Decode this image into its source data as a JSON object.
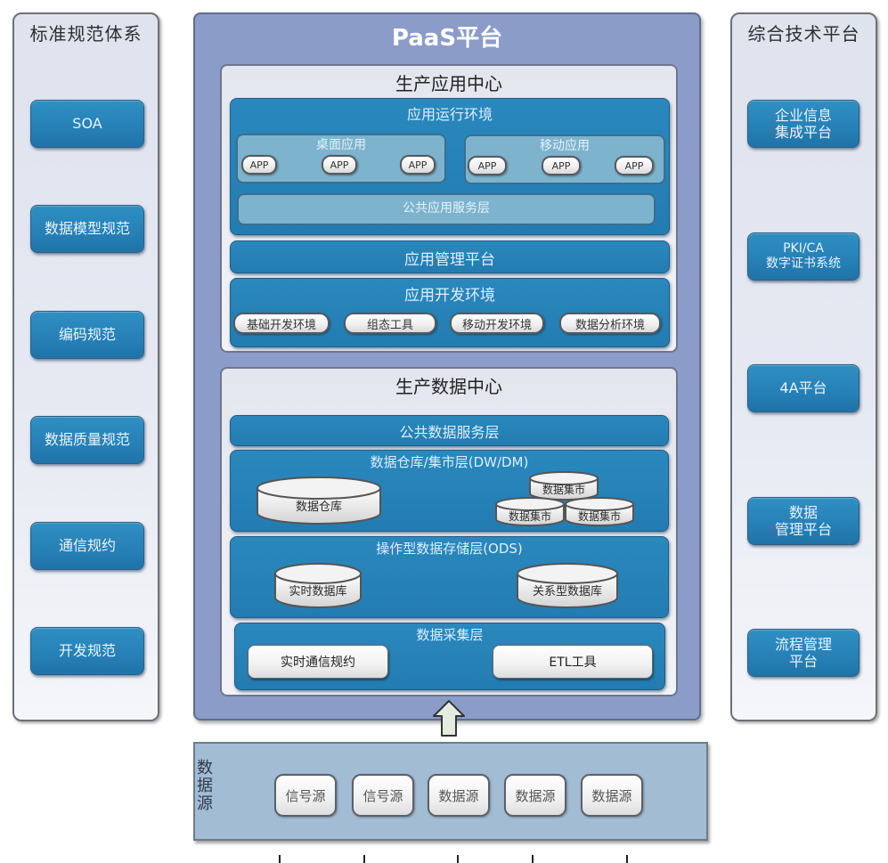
{
  "left_panel": {
    "title": "标准规范体系",
    "items": [
      "SOA",
      "数据模型规范",
      "编码规范",
      "数据质量规范",
      "通信规约",
      "开发规范"
    ]
  },
  "right_panel": {
    "title": "综合技术平台",
    "items": [
      "企业信息\n集成平台",
      "PKI/CA\n数字证书系统",
      "4A平台",
      "数据\n管理平台",
      "流程管理\n平台"
    ]
  },
  "paas": {
    "title": "PaaS平台",
    "app_center": {
      "title": "生产应用中心",
      "runtime": {
        "title": "应用运行环境",
        "desktop": {
          "title": "桌面应用",
          "apps": [
            "APP",
            "APP",
            "APP"
          ]
        },
        "mobile": {
          "title": "移动应用",
          "apps": [
            "APP",
            "APP",
            "APP"
          ]
        },
        "service_layer": "公共应用服务层"
      },
      "management": "应用管理平台",
      "dev_env": {
        "title": "应用开发环境",
        "items": [
          "基础开发环境",
          "组态工具",
          "移动开发环境",
          "数据分析环境"
        ]
      }
    },
    "data_center": {
      "title": "生产数据中心",
      "service_layer": "公共数据服务层",
      "dw_dm": {
        "title": "数据仓库/集市层(DW/DM)",
        "warehouse": "数据仓库",
        "marts": [
          "数据集市",
          "数据集市",
          "数据集市"
        ]
      },
      "ods": {
        "title": "操作型数据存储层(ODS)",
        "realtime_db": "实时数据库",
        "relational_db": "关系型数据库"
      },
      "collection": {
        "title": "数据采集层",
        "items": [
          "实时通信规约",
          "ETL工具"
        ]
      }
    }
  },
  "data_source": {
    "label": "数据源",
    "items": [
      "信号源",
      "信号源",
      "数据源",
      "数据源",
      "数据源"
    ]
  },
  "colors": {
    "paas_bg": "#8b9cc8",
    "layer_blue": "#2680b6",
    "sub_group": "#7eb3ce",
    "data_source_bg": "#a2bcd4",
    "panel_bg": "#e3e6ee"
  }
}
